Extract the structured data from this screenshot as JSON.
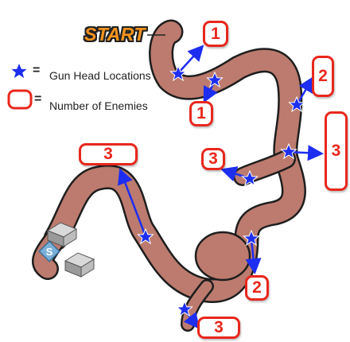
{
  "start_label": "START",
  "legend": {
    "gun_head_symbol": "=",
    "gun_head_text": "Gun Head Locations",
    "enemies_symbol": "=",
    "enemies_text": "Number of Enemies"
  },
  "enemy_counts": {
    "near_start_top": "1",
    "near_start_bottom": "1",
    "right_upper": "2",
    "right_far": "3",
    "middle_left": "3",
    "top_left": "3",
    "lower_right": "2",
    "bottom": "3"
  },
  "colors": {
    "path_fill": "#bc7b6e",
    "path_outline": "#1e1e1e",
    "star": "#1e2ef0",
    "badge_border": "#e8271c",
    "start_text": "#f7941d"
  }
}
